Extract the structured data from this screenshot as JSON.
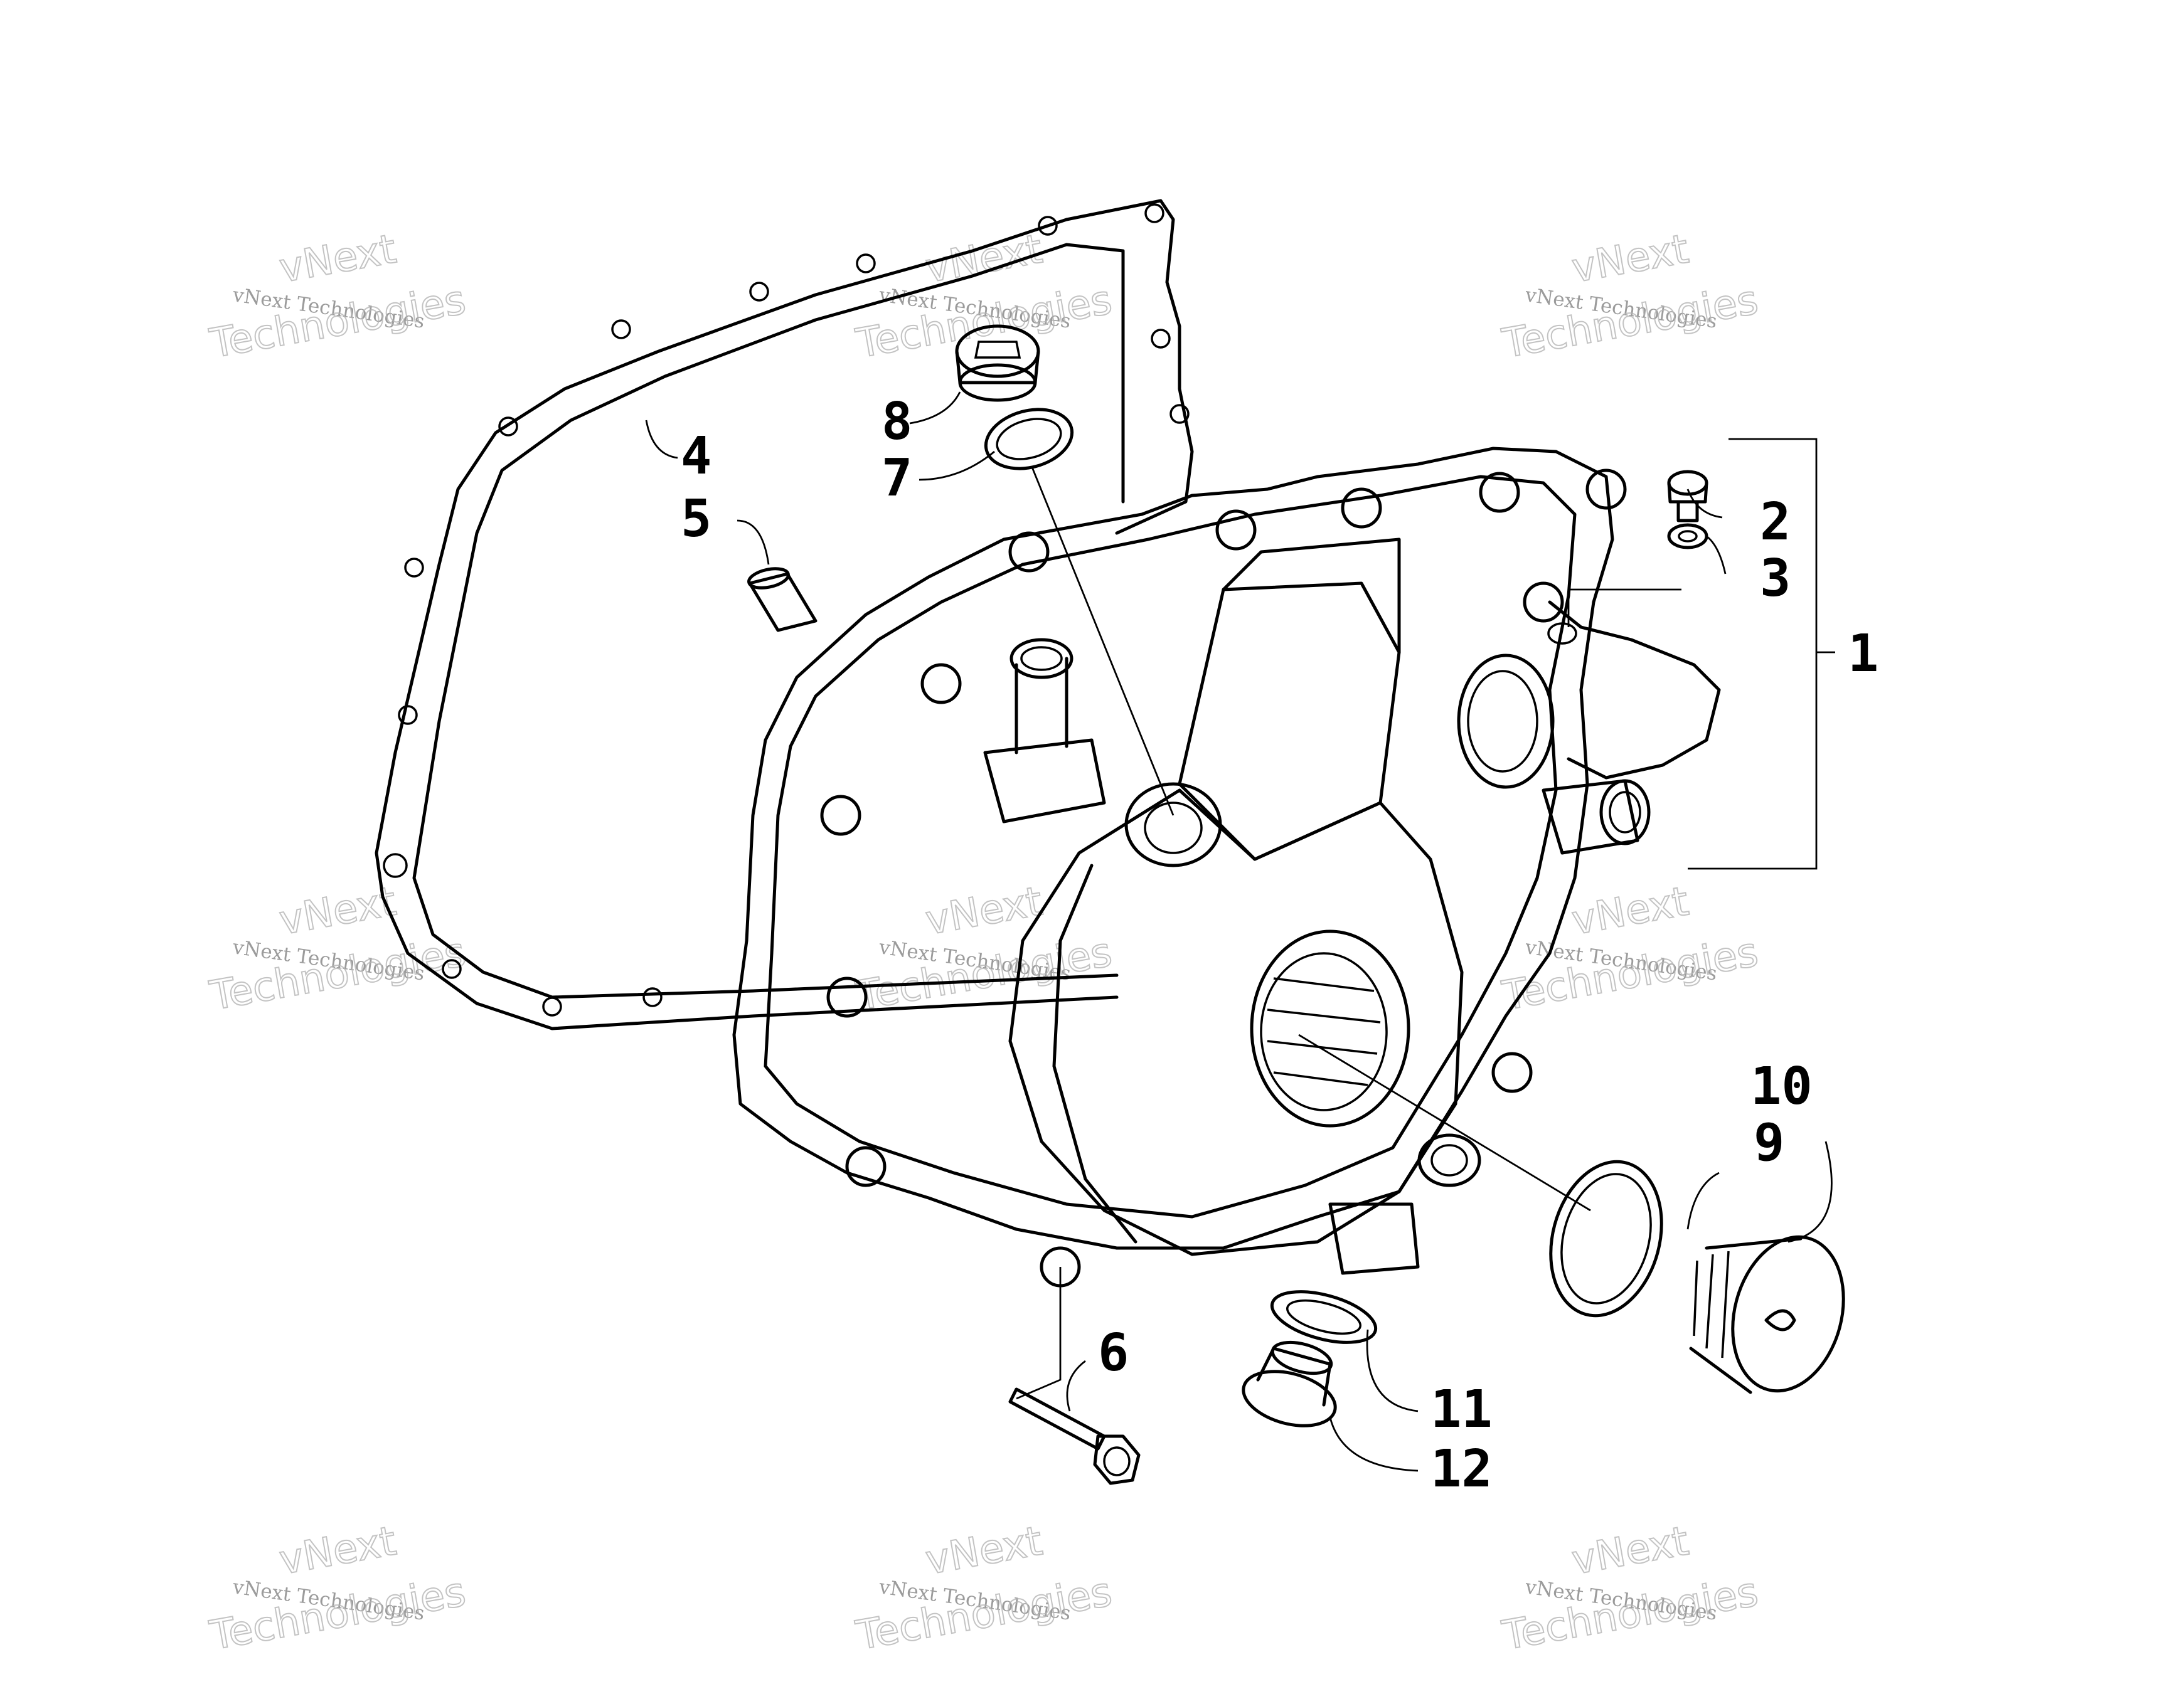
{
  "watermark": {
    "line1": "vNext",
    "line2": "vNext Technologies",
    "line3": "Technologies"
  },
  "callouts": {
    "c1": "1",
    "c2": "2",
    "c3": "3",
    "c4": "4",
    "c5": "5",
    "c6": "6",
    "c7": "7",
    "c8": "8",
    "c9": "9",
    "c10": "10",
    "c11": "11",
    "c12": "12"
  }
}
